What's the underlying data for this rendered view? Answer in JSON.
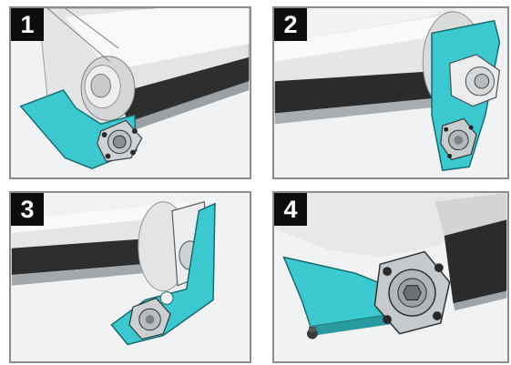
{
  "panels": [
    {
      "step": "1"
    },
    {
      "step": "2"
    },
    {
      "step": "3"
    },
    {
      "step": "4"
    }
  ],
  "colors": {
    "bracket": "#3cc8cf",
    "belt": "#2a2a2a",
    "roller": "#dfe1e3",
    "frame": "#8c8c8c",
    "badge": "#0d0d0d"
  },
  "icons": [
    "bearing-flange",
    "roller-shaft",
    "mounting-bolt"
  ]
}
